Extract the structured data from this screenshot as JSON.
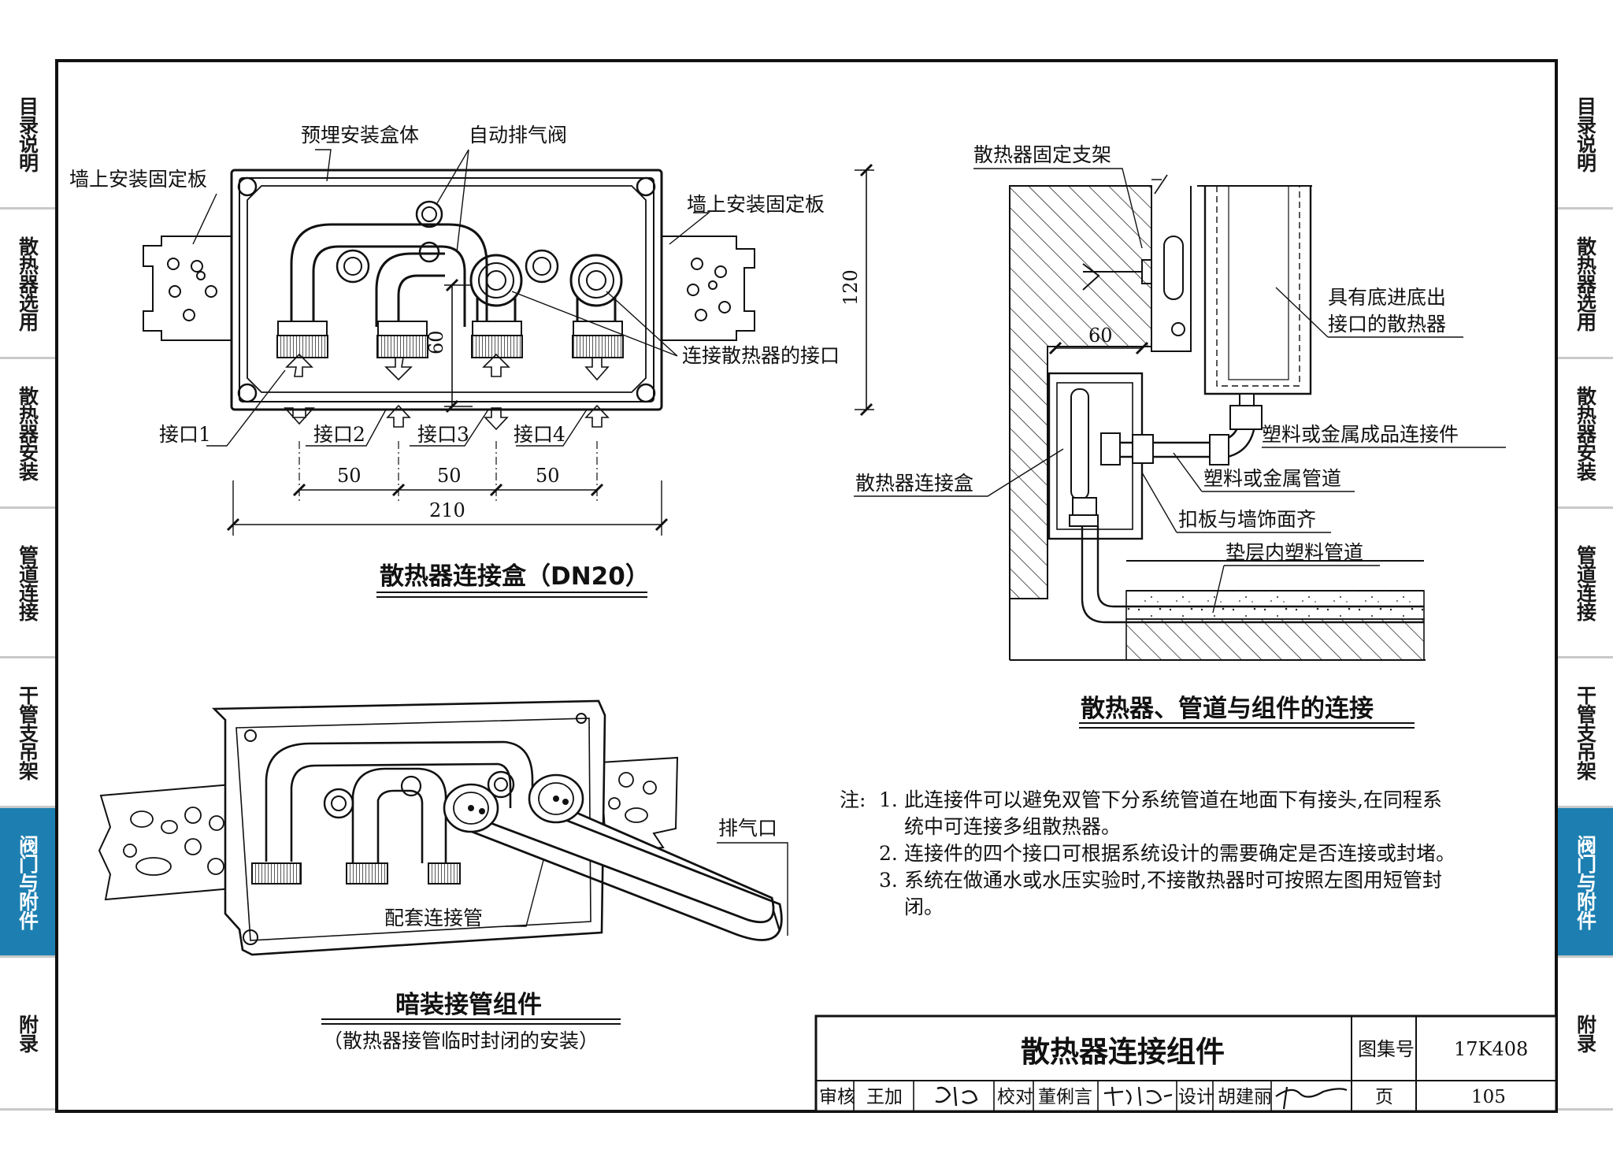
{
  "side_tabs": [
    {
      "label": "目录说明",
      "active": false
    },
    {
      "label": "散热器选用",
      "active": false
    },
    {
      "label": "散热器安装",
      "active": false
    },
    {
      "label": "管道连接",
      "active": false
    },
    {
      "label": "干管支吊架",
      "active": false
    },
    {
      "label": "阀门与附件",
      "active": true
    },
    {
      "label": "附录",
      "active": false
    }
  ],
  "box_view": {
    "title": "散热器连接盒（DN20）",
    "labels": {
      "embedded_box": "预埋安装盒体",
      "air_valve": "自动排气阀",
      "mount_plate_left": "墙上安装固定板",
      "mount_plate_right": "墙上安装固定板",
      "radiator_port": "连接散热器的接口",
      "port1": "接口1",
      "port2": "接口2",
      "port3": "接口3",
      "port4": "接口4"
    },
    "dims": {
      "spacing1": "50",
      "spacing2": "50",
      "spacing3": "50",
      "total": "210",
      "height": "120",
      "depth": "60"
    }
  },
  "connection_view": {
    "title": "散热器、管道与组件的连接",
    "labels": {
      "bracket": "散热器固定支架",
      "radiator_l1": "具有底进底出",
      "radiator_l2": "接口的散热器",
      "fitting": "塑料或金属成品连接件",
      "pipe": "塑料或金属管道",
      "plate_flush": "扣板与墙饰面齐",
      "floor_pipe": "垫层内塑料管道",
      "conn_box": "散热器连接盒",
      "dim": "60"
    }
  },
  "assembly_view": {
    "title": "暗装接管组件",
    "subtitle": "（散热器接管临时封闭的安装）",
    "labels": {
      "vent": "排气口",
      "matching_pipe": "配套连接管"
    }
  },
  "notes": {
    "prefix": "注:",
    "items": [
      {
        "num": "1.",
        "lines": [
          "此连接件可以避免双管下分系统管道在地面下有接头,在同程系",
          "统中可连接多组散热器。"
        ]
      },
      {
        "num": "2.",
        "lines": [
          "连接件的四个接口可根据系统设计的需要确定是否连接或封堵。"
        ]
      },
      {
        "num": "3.",
        "lines": [
          "系统在做通水或水压实验时,不接散热器时可按照左图用短管封",
          "闭。"
        ]
      }
    ]
  },
  "title_block": {
    "title": "散热器连接组件",
    "atlas_label": "图集号",
    "atlas_no": "17K408",
    "review_label": "审核",
    "reviewer": "王加",
    "check_label": "校对",
    "checker": "董俐言",
    "design_label": "设计",
    "designer": "胡建丽",
    "page_label": "页",
    "page_no": "105"
  },
  "colors": {
    "accent_tab": "#1d7fb1",
    "line": "#111111"
  }
}
